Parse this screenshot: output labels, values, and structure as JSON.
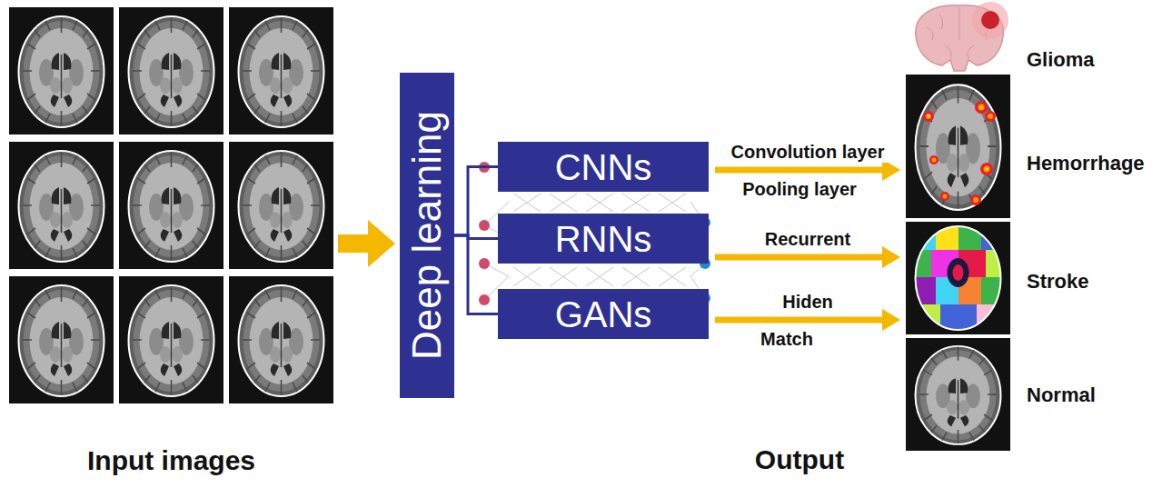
{
  "diagram": {
    "nodes": [
      {
        "text": [
          "Input images"
        ]
      },
      {
        "text": [
          "Deep learning"
        ]
      },
      {
        "text": [
          "CNNs"
        ]
      },
      {
        "text": [
          "RNNs"
        ]
      },
      {
        "text": [
          "GANs"
        ]
      },
      {
        "text": [
          "Glioma"
        ]
      },
      {
        "text": [
          "Hemorrhage"
        ]
      },
      {
        "text": [
          "Stroke"
        ]
      },
      {
        "text": [
          "Normal"
        ]
      }
    ],
    "edges": [
      {
        "from": 0,
        "to": 1,
        "arrow": "to"
      },
      {
        "from": 1,
        "to": 2,
        "arrow": "none"
      },
      {
        "from": 1,
        "to": 3,
        "arrow": "none"
      },
      {
        "from": 1,
        "to": 4,
        "arrow": "none"
      },
      {
        "from": 2,
        "to": 6,
        "label": "Convolution layer",
        "arrow": "to"
      },
      {
        "from": 3,
        "to": 7,
        "label": "Recurrent",
        "arrow": "to"
      },
      {
        "from": 4,
        "to": 7,
        "label": "Hiden",
        "arrow": "to"
      }
    ],
    "labels": [
      "Pooling layer",
      "Match",
      "Output"
    ]
  }
}
